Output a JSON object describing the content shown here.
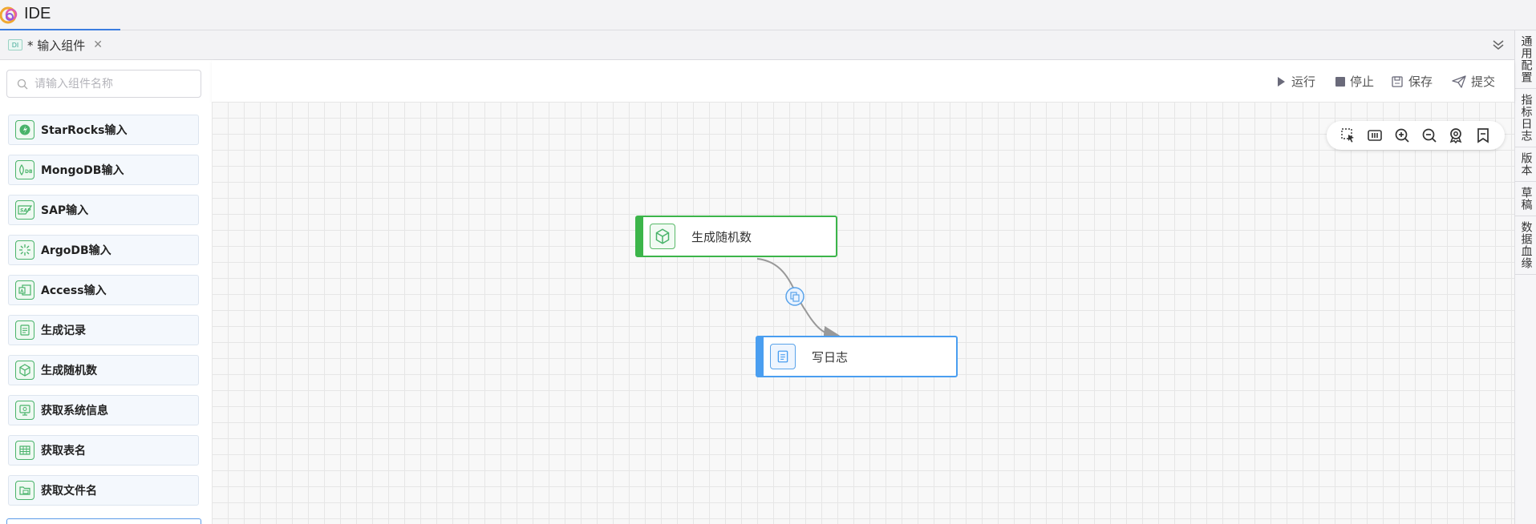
{
  "app": {
    "title": "IDE"
  },
  "tabs": [
    {
      "icon_text": "DI",
      "label": "* 输入组件"
    }
  ],
  "right_sidebar": [
    {
      "label": "通用配置"
    },
    {
      "label": "指标日志"
    },
    {
      "label": "版本"
    },
    {
      "label": "草稿"
    },
    {
      "label": "数据血缘"
    }
  ],
  "search": {
    "placeholder": "请输入组件名称",
    "value": ""
  },
  "components": [
    {
      "label": "StarRocks输入",
      "icon": "starrocks-icon"
    },
    {
      "label": "MongoDB输入",
      "icon": "mongodb-icon"
    },
    {
      "label": "SAP输入",
      "icon": "sap-icon"
    },
    {
      "label": "ArgoDB输入",
      "icon": "argodb-icon"
    },
    {
      "label": "Access输入",
      "icon": "access-icon"
    },
    {
      "label": "生成记录",
      "icon": "document-icon"
    },
    {
      "label": "生成随机数",
      "icon": "dice-icon"
    },
    {
      "label": "获取系统信息",
      "icon": "monitor-icon"
    },
    {
      "label": "获取表名",
      "icon": "table-icon"
    },
    {
      "label": "获取文件名",
      "icon": "folder-icon"
    }
  ],
  "toolbar": {
    "run": "运行",
    "stop": "停止",
    "save": "保存",
    "submit": "提交"
  },
  "canvas": {
    "nodes": [
      {
        "label": "生成随机数",
        "icon": "dice-icon",
        "color": "#3cb54a"
      },
      {
        "label": "写日志",
        "icon": "log-icon",
        "color": "#4a9ef0"
      }
    ],
    "colors": {
      "grid": "#e6e6e6",
      "edge": "#999999",
      "accent": "#3b7de0"
    }
  }
}
